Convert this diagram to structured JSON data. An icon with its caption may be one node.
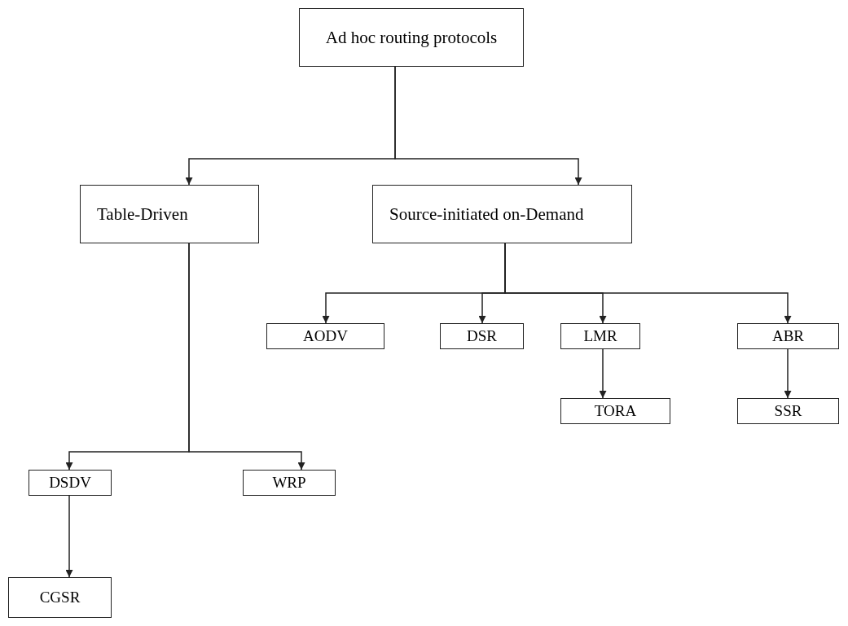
{
  "diagram": {
    "nodes": [
      {
        "text": [
          "Ad hoc routing protocols"
        ]
      },
      {
        "text": [
          "Table-Driven"
        ]
      },
      {
        "text": [
          "Source-initiated on-Demand"
        ]
      },
      {
        "text": [
          "AODV"
        ]
      },
      {
        "text": [
          "DSR"
        ]
      },
      {
        "text": [
          "LMR"
        ]
      },
      {
        "text": [
          "ABR"
        ]
      },
      {
        "text": [
          "TORA"
        ]
      },
      {
        "text": [
          "SSR"
        ]
      },
      {
        "text": [
          "DSDV"
        ]
      },
      {
        "text": [
          "WRP"
        ]
      },
      {
        "text": [
          "CGSR"
        ]
      }
    ],
    "edges": [
      {
        "from": 0,
        "to": 1,
        "arrow": "to"
      },
      {
        "from": 0,
        "to": 2,
        "arrow": "to"
      },
      {
        "from": 2,
        "to": 3,
        "arrow": "to"
      },
      {
        "from": 2,
        "to": 4,
        "arrow": "to"
      },
      {
        "from": 2,
        "to": 5,
        "arrow": "to"
      },
      {
        "from": 2,
        "to": 6,
        "arrow": "to"
      },
      {
        "from": 5,
        "to": 7,
        "arrow": "to"
      },
      {
        "from": 6,
        "to": 8,
        "arrow": "to"
      },
      {
        "from": 1,
        "to": 9,
        "arrow": "to"
      },
      {
        "from": 1,
        "to": 10,
        "arrow": "to"
      },
      {
        "from": 9,
        "to": 11,
        "arrow": "to"
      }
    ]
  }
}
